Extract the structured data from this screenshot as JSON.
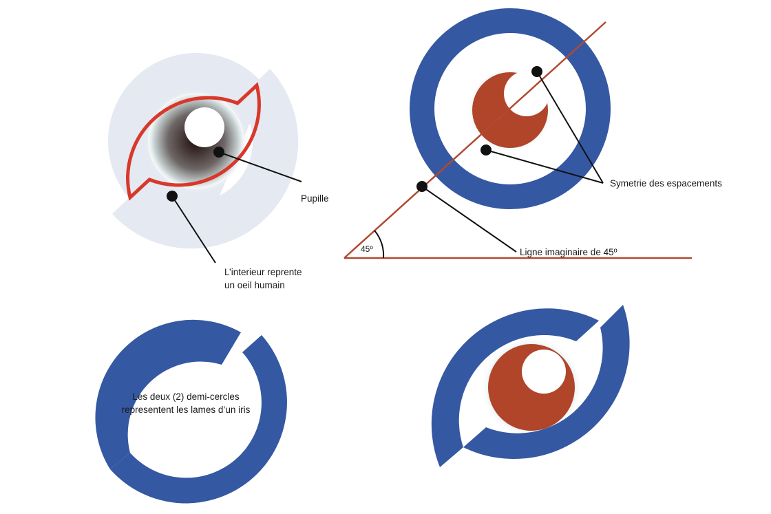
{
  "labels": {
    "pupille": "Pupille",
    "interieur_line1": "L’interieur reprente",
    "interieur_line2": "un oeil humain",
    "symetrie": "Symetrie des espacements",
    "ligne": "Ligne imaginaire de 45º",
    "angle": "45º",
    "demi_line1": "Les deux (2) demi-cercles",
    "demi_line2": "representent les lames d’un iris"
  },
  "colors": {
    "blue": "#3558a2",
    "rust": "#b0452a",
    "red_outline": "#d8382a",
    "pale": "#e4e9f2",
    "line_rust": "#b04a30",
    "pointer": "#111111"
  }
}
